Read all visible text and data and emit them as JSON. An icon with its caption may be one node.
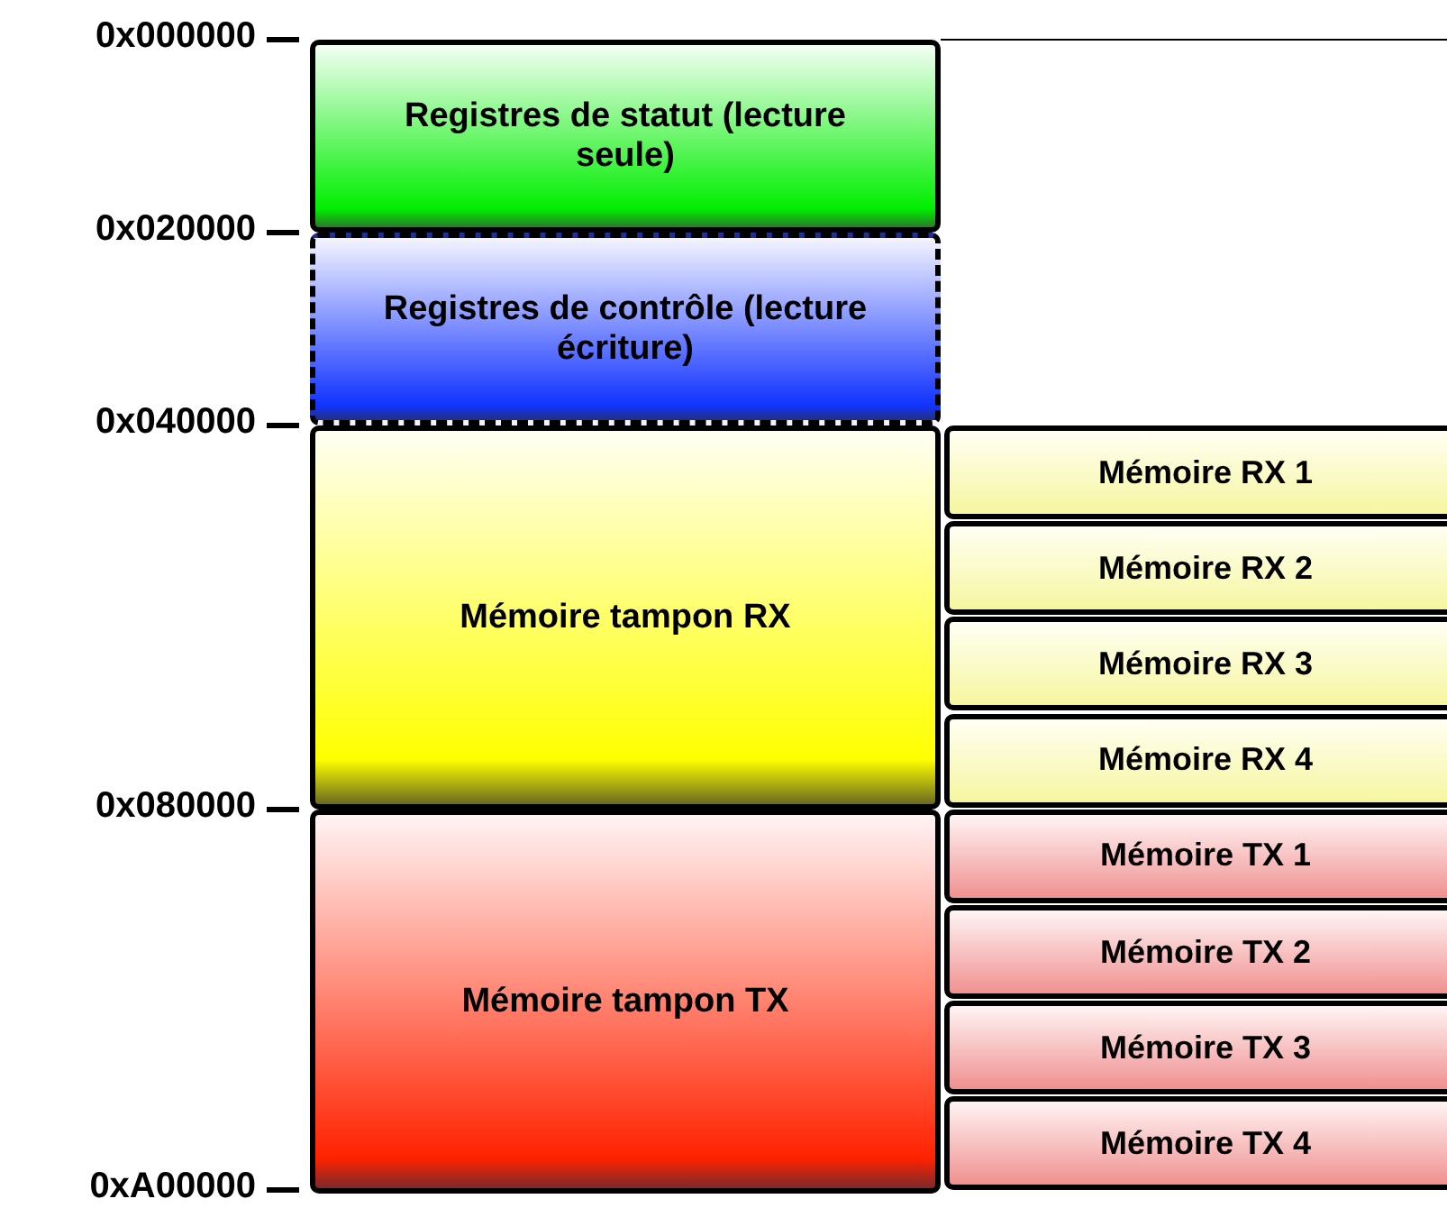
{
  "diagram": {
    "nodes": [
      {
        "text": [
          "Registres de statut (lecture seule)"
        ]
      },
      {
        "text": [
          "Registres de contrôle (lecture écriture)"
        ]
      },
      {
        "text": [
          "Mémoire tampon RX"
        ]
      },
      {
        "text": [
          "Mémoire tampon TX"
        ]
      },
      {
        "text": [
          "Mémoire RX 1"
        ]
      },
      {
        "text": [
          "Mémoire RX 2"
        ]
      },
      {
        "text": [
          "Mémoire RX 3"
        ]
      },
      {
        "text": [
          "Mémoire RX 4"
        ]
      },
      {
        "text": [
          "Mémoire TX 1"
        ]
      },
      {
        "text": [
          "Mémoire TX 2"
        ]
      },
      {
        "text": [
          "Mémoire TX 3"
        ]
      },
      {
        "text": [
          "Mémoire TX 4"
        ]
      }
    ],
    "labels": [
      "0x000000",
      "0x020000",
      "0x040000",
      "0x080000",
      "0xA00000"
    ]
  }
}
